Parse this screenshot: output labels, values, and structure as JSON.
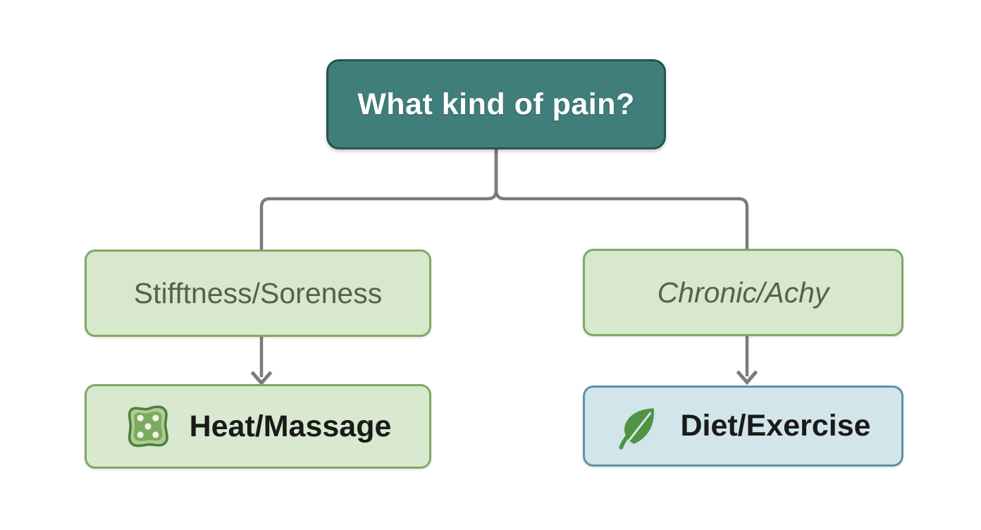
{
  "diagram": {
    "type": "decision-tree",
    "root": {
      "label": "What kind of pain?"
    },
    "branches": [
      {
        "label": "Stifftness/Soreness",
        "style": "normal"
      },
      {
        "label": "Chronic/Achy",
        "style": "italic"
      }
    ],
    "outcomes": [
      {
        "label": "Heat/Massage",
        "icon": "massage-pad-icon"
      },
      {
        "label": "Diet/Exercise",
        "icon": "leaf-icon"
      }
    ],
    "colors": {
      "background": "#ffffff",
      "root_fill": "#3f7e7a",
      "root_border": "#2a524f",
      "root_text": "#ffffff",
      "branch_fill": "#d7e8cc",
      "branch_border": "#7fa966",
      "branch_text": "#585f4e",
      "outcome_left_fill": "#d8e9cf",
      "outcome_left_border": "#7fa966",
      "outcome_right_fill": "#d2e5ea",
      "outcome_right_border": "#5e92ac",
      "outcome_text": "#1a1a1a",
      "connector": "#7b7b7b",
      "icon_leaf_green": "#4e9444",
      "icon_pad_green": "#7cab60"
    }
  }
}
